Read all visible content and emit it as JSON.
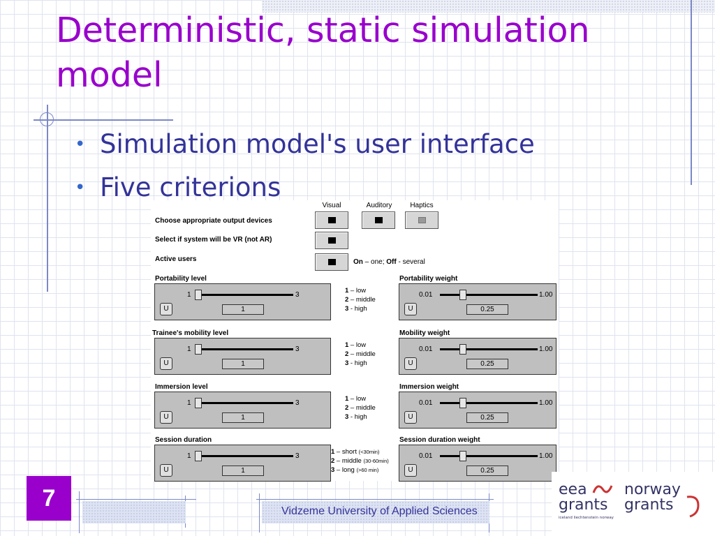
{
  "slide": {
    "title": "Deterministic, static simulation model",
    "bullets": [
      "Simulation model's user interface",
      "Five criterions"
    ],
    "page_number": "7",
    "footer": "Vidzeme University of Applied Sciences"
  },
  "app": {
    "column_headers": [
      "Visual",
      "Auditory",
      "Haptics"
    ],
    "rows": {
      "output_devices": "Choose appropriate output devices",
      "vr": "Select if system will be VR (not AR)",
      "active_users": "Active users"
    },
    "active_users_note": {
      "on": "On",
      "on_text": " – one; ",
      "off": "Off",
      "off_text": " - several"
    },
    "left_sliders": [
      {
        "label": "Portability level",
        "min": "1",
        "max": "3",
        "value": "1",
        "button": "U"
      },
      {
        "label": "Trainee's mobility level",
        "min": "1",
        "max": "3",
        "value": "1",
        "button": "U"
      },
      {
        "label": "Immersion level",
        "min": "1",
        "max": "3",
        "value": "1",
        "button": "U"
      },
      {
        "label": "Session duration",
        "min": "1",
        "max": "3",
        "value": "1",
        "button": "U"
      }
    ],
    "right_sliders": [
      {
        "label": "Portability weight",
        "min": "0.01",
        "max": "1.00",
        "value": "0.25",
        "button": "U"
      },
      {
        "label": "Mobility weight",
        "min": "0.01",
        "max": "1.00",
        "value": "0.25",
        "button": "U"
      },
      {
        "label": "Immersion weight",
        "min": "0.01",
        "max": "1.00",
        "value": "0.25",
        "button": "U"
      },
      {
        "label": "Session duration weight",
        "min": "0.01",
        "max": "1.00",
        "value": "0.25",
        "button": "U"
      }
    ],
    "legends": [
      [
        {
          "n": "1",
          "t": " – low",
          "s": ""
        },
        {
          "n": "2",
          "t": " – middle",
          "s": ""
        },
        {
          "n": "3",
          "t": " - high",
          "s": ""
        }
      ],
      [
        {
          "n": "1",
          "t": " – low",
          "s": ""
        },
        {
          "n": "2",
          "t": " – middle",
          "s": ""
        },
        {
          "n": "3",
          "t": " - high",
          "s": ""
        }
      ],
      [
        {
          "n": "1",
          "t": " – low",
          "s": ""
        },
        {
          "n": "2",
          "t": " – middle",
          "s": ""
        },
        {
          "n": "3",
          "t": " - high",
          "s": ""
        }
      ],
      [
        {
          "n": "1",
          "t": " – short ",
          "s": "(<30min)"
        },
        {
          "n": "2",
          "t": " – middle ",
          "s": "(30-60min)"
        },
        {
          "n": "3",
          "t": " – long ",
          "s": "(>60 min)"
        }
      ]
    ]
  },
  "logos": {
    "eea_1": "eea",
    "eea_2": "grants",
    "eea_small": "iceland liechtenstein norway",
    "norway_1": "norway",
    "norway_2": "grants"
  },
  "colors": {
    "title": "#9900cc",
    "bullet_text": "#333399",
    "page_box": "#9900cc",
    "logo_red": "#cc3333"
  }
}
